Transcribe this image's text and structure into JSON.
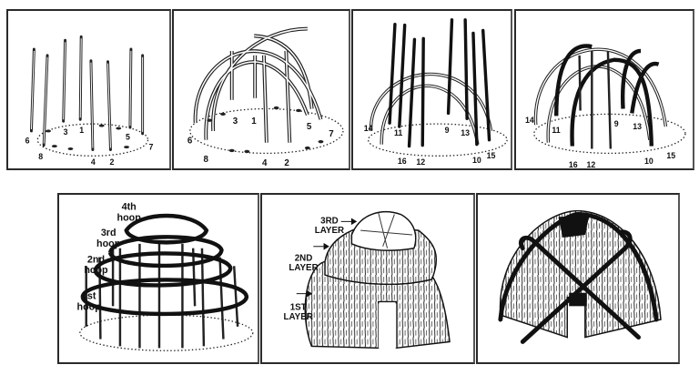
{
  "figure": {
    "description": "Step-by-step construction of a domed bark/mat-covered wigwam",
    "panels": [
      {
        "step": 1,
        "name": "pole-placement",
        "pole_labels": [
          "1",
          "2",
          "3",
          "4",
          "5",
          "6",
          "7",
          "8"
        ]
      },
      {
        "step": 2,
        "name": "first-arches",
        "pole_labels": [
          "1",
          "2",
          "3",
          "4",
          "5",
          "6",
          "7",
          "8"
        ]
      },
      {
        "step": 3,
        "name": "additional-poles",
        "pole_labels": [
          "9",
          "10",
          "11",
          "12",
          "13",
          "14",
          "15",
          "16"
        ]
      },
      {
        "step": 4,
        "name": "second-arches",
        "pole_labels": [
          "9",
          "10",
          "11",
          "12",
          "13",
          "14",
          "15",
          "16"
        ]
      },
      {
        "step": 5,
        "name": "hoops",
        "hoop_labels": [
          {
            "line1": "4th",
            "line2": "hoop"
          },
          {
            "line1": "3rd",
            "line2": "hoop"
          },
          {
            "line1": "2nd",
            "line2": "hoop"
          },
          {
            "line1": "1st",
            "line2": "hoop"
          }
        ]
      },
      {
        "step": 6,
        "name": "covering-layers",
        "layer_labels": [
          {
            "line1": "3RD",
            "line2": "LAYER"
          },
          {
            "line1": "2ND",
            "line2": "LAYER"
          },
          {
            "line1": "1ST",
            "line2": "LAYER"
          }
        ]
      },
      {
        "step": 7,
        "name": "tie-down-poles"
      }
    ]
  }
}
